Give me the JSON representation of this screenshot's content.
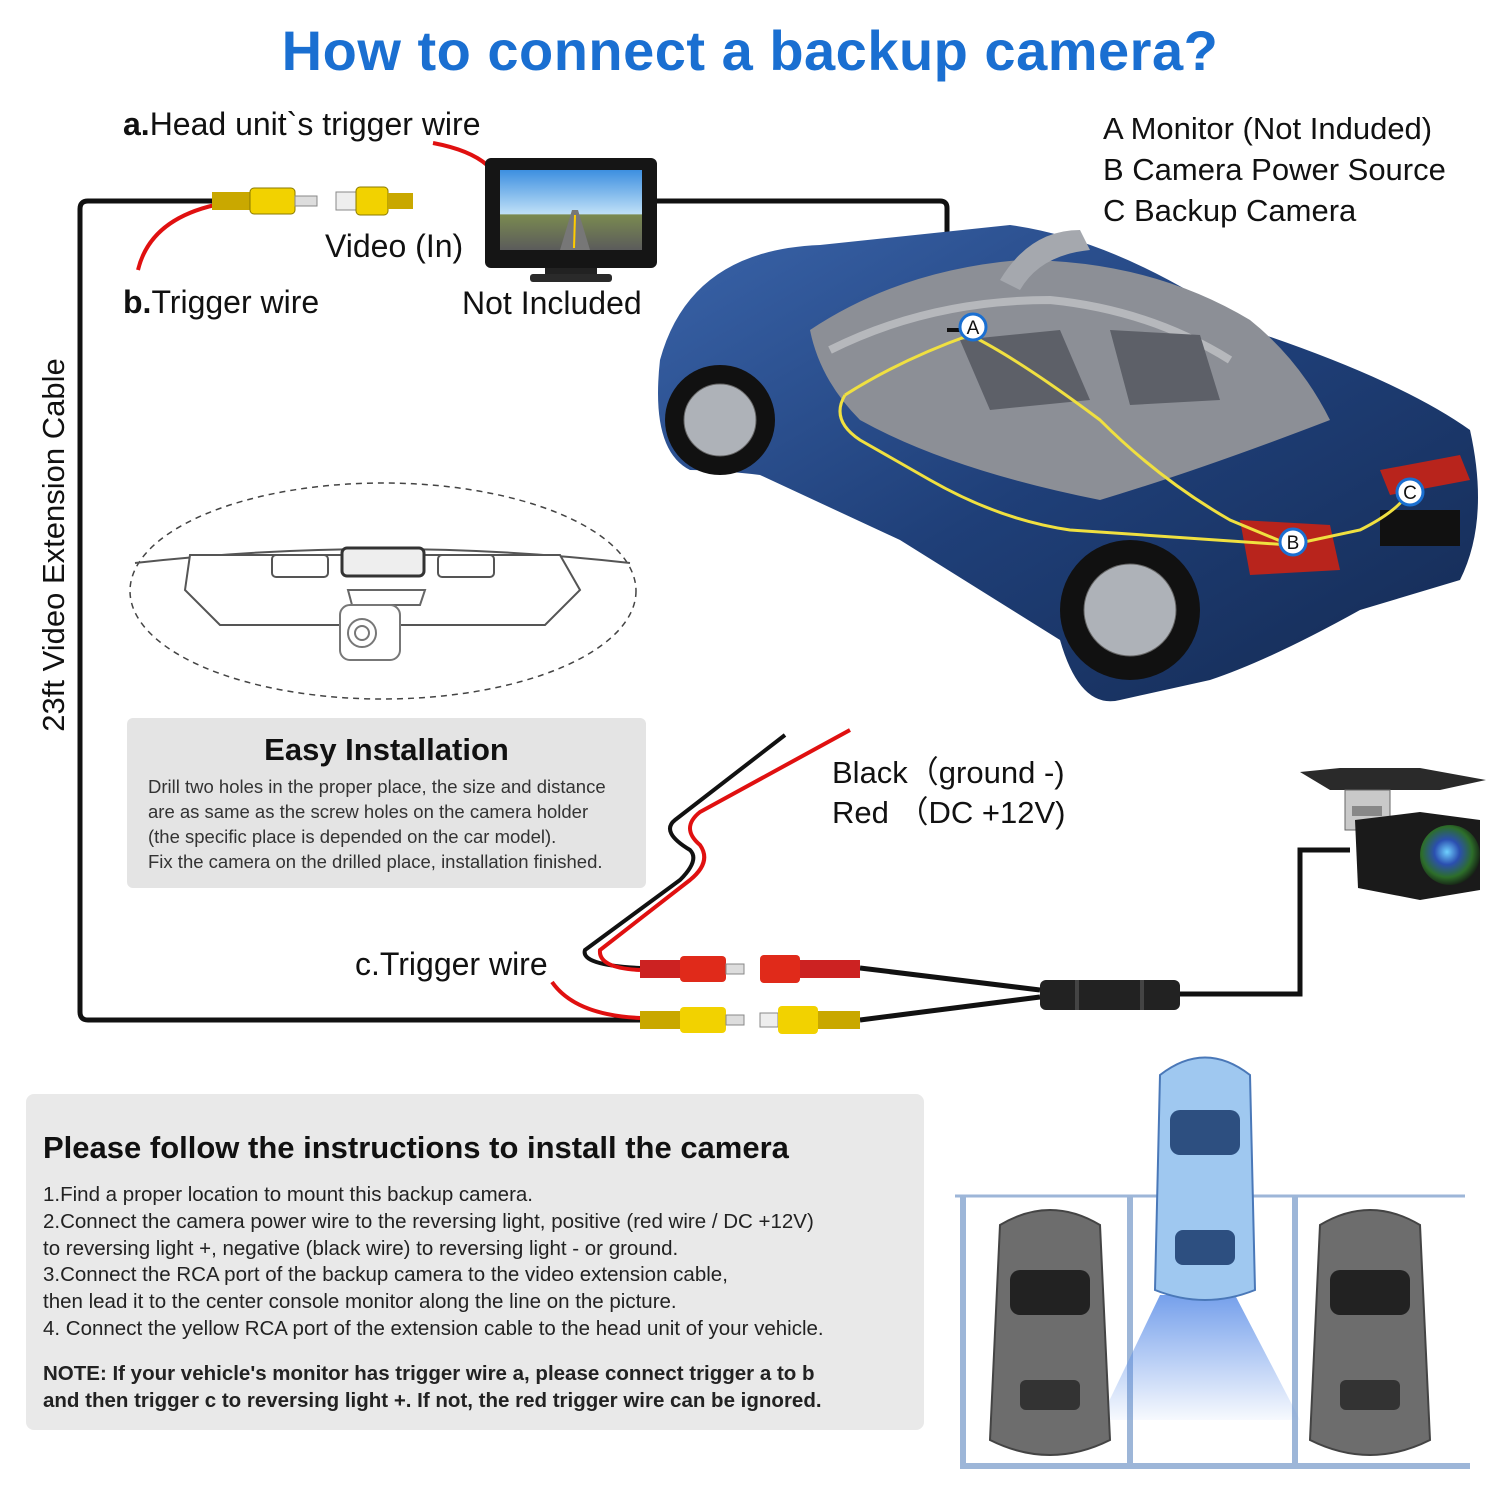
{
  "title": "How to connect a backup camera?",
  "labels": {
    "head_unit_prefix": "a.",
    "head_unit_text": "Head unit`s trigger wire",
    "video_in": "Video (In)",
    "trigger_b_prefix": "b.",
    "trigger_b_text": "Trigger wire",
    "not_included": "Not Included",
    "trigger_c_prefix": "c.",
    "trigger_c_text": "Trigger wire",
    "extension_cable": "23ft Video Extension Cable"
  },
  "legend": {
    "a": "A Monitor (Not Induded)",
    "b": "B Camera Power Source",
    "c": "C Backup Camera"
  },
  "markers": {
    "a": "A",
    "b": "B",
    "c": "C"
  },
  "power_wires": {
    "black": "Black（ground -)",
    "red": "Red （DC +12V)"
  },
  "easy_installation": {
    "title": "Easy Installation",
    "lines": [
      "Drill two holes in the proper place, the size and distance",
      "are as same as the screw holes on the camera holder",
      "(the specific place is depended on the car model).",
      "Fix the camera on the drilled place, installation finished."
    ]
  },
  "instructions": {
    "title": "Please follow the instructions to install the camera",
    "steps": [
      "1.Find a proper location to mount this backup camera.",
      "2.Connect the camera power wire to the reversing light, positive (red wire / DC +12V)",
      "to reversing light +, negative (black wire) to reversing light - or ground.",
      "3.Connect the RCA port of the backup camera to the video extension cable,",
      "then lead it to the center console monitor along the line on the picture.",
      "4. Connect the yellow RCA port of the extension cable to the head unit of your vehicle."
    ],
    "note": [
      "NOTE: If your vehicle's monitor has trigger wire a, please connect trigger a to b",
      "and then trigger c to reversing light +. If not, the red trigger wire can be ignored."
    ]
  },
  "colors": {
    "title": "#1a6fd1",
    "red_wire": "#e01010",
    "rca_yellow": "#f2d200",
    "rca_red": "#e02a1a",
    "car_body": "#1f3f78",
    "panel_bg": "#e6e6e6"
  }
}
